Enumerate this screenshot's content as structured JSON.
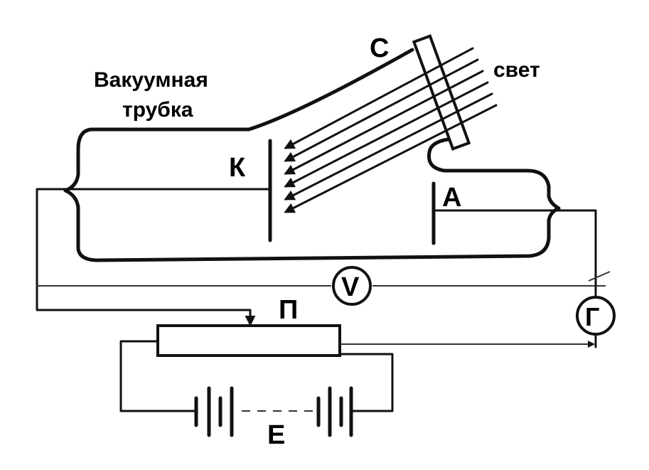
{
  "labels": {
    "vacuum_tube_line1": "Вакуумная",
    "vacuum_tube_line2": "трубка",
    "window": "С",
    "light": "свет",
    "cathode": "К",
    "anode": "А",
    "voltmeter": "V",
    "potentiometer": "П",
    "galvanometer": "Г",
    "battery": "Е"
  }
}
